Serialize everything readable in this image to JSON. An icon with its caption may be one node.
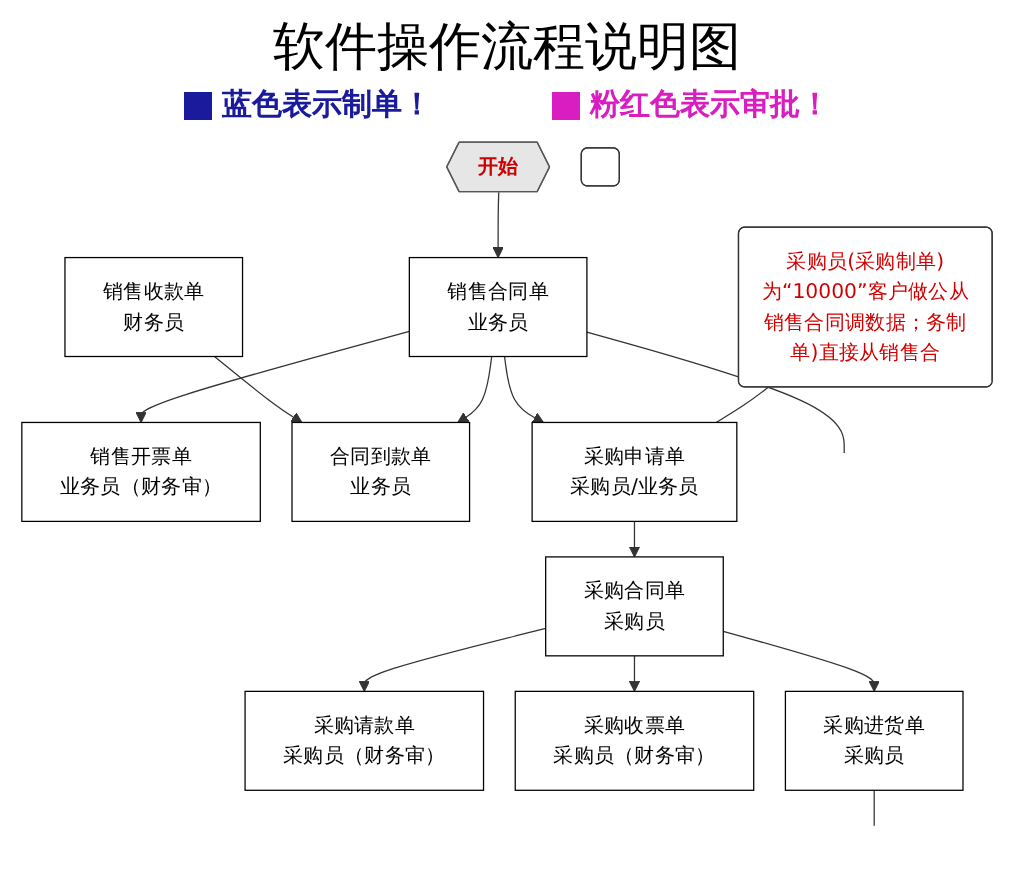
{
  "diagram": {
    "title": "软件操作流程说明图",
    "nodes": [
      {
        "text": [
          "开始"
        ]
      },
      {
        "text": [
          "销售收款单",
          "财务员"
        ]
      },
      {
        "text": [
          "销售合同单",
          "业务员"
        ]
      },
      {
        "text": [
          "销售开票单",
          "业务员（财务审）"
        ]
      },
      {
        "text": [
          "合同到款单",
          "业务员"
        ]
      },
      {
        "text": [
          "采购申请单",
          "采购员/业务员"
        ]
      },
      {
        "text": [
          "采购员(采购制单)为“10000”客户做公从销售合同调数据；务制单)直接从销售合"
        ]
      },
      {
        "text": [
          "采购请款单",
          "采购员（财务审）"
        ]
      },
      {
        "text": [
          "采购合同单",
          "采购员"
        ]
      },
      {
        "text": [
          "采购收票单",
          "采购员（财务审）"
        ]
      },
      {
        "text": [
          "采购进货单",
          "采购员"
        ]
      },
      {
        "text": [],
        "shape": "box"
      }
    ],
    "edges": [
      {
        "from": 0,
        "to": 2,
        "arrow": "to"
      },
      {
        "from": 2,
        "to": 3,
        "arrow": "to"
      },
      {
        "from": 1,
        "to": 4,
        "arrow": "to"
      },
      {
        "from": 2,
        "to": 4,
        "arrow": "to"
      },
      {
        "from": 2,
        "to": 5,
        "arrow": "to"
      },
      {
        "from": 6,
        "to": 5,
        "arrow": "none"
      },
      {
        "from": 8,
        "to": 7,
        "arrow": "to"
      },
      {
        "from": 8,
        "to": 9,
        "arrow": "to"
      },
      {
        "from": 5,
        "to": 8,
        "arrow": "to"
      },
      {
        "from": 8,
        "to": 10,
        "arrow": "to"
      },
      {
        "from": 2,
        "to": null,
        "arrow": "none"
      },
      {
        "from": 10,
        "to": null,
        "arrow": "none"
      }
    ],
    "legend": [
      {
        "text": "蓝色表示制单！",
        "color": "#1a1a9c"
      },
      {
        "text": "粉红色表示审批！",
        "color": "#d81ec0"
      }
    ]
  }
}
